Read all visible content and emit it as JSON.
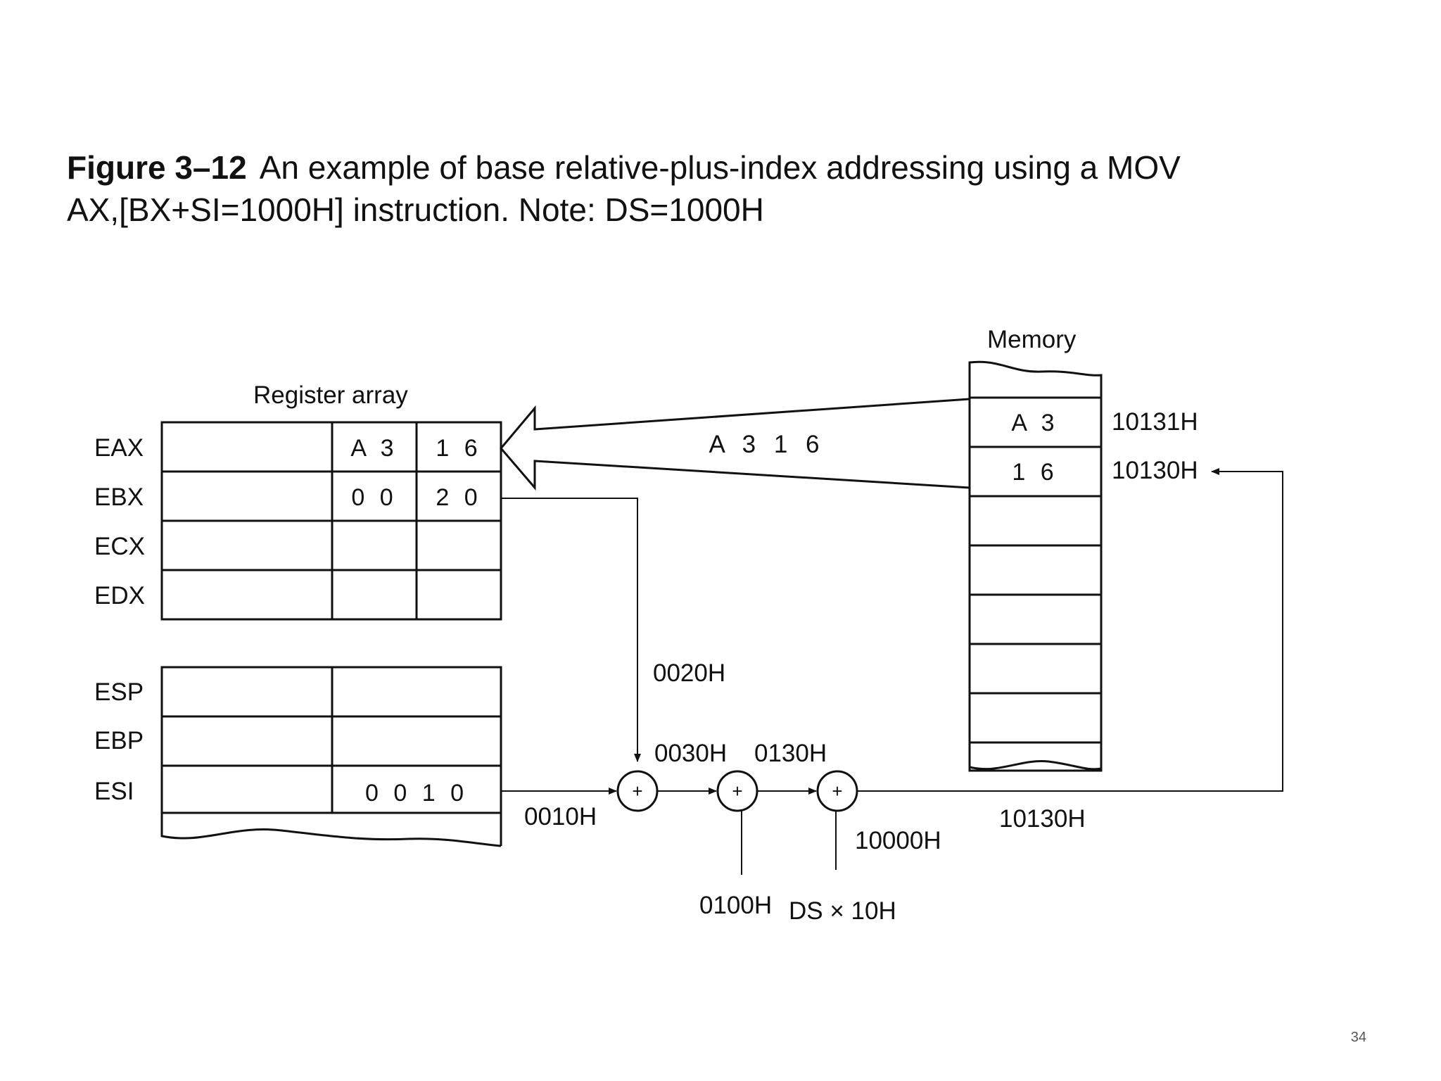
{
  "caption": {
    "figure_label": "Figure 3–12",
    "line1": "An example of base relative-plus-index addressing using a MOV",
    "line2": "AX,[BX+SI=1000H] instruction. Note: DS=1000H"
  },
  "register_array": {
    "title": "Register array",
    "rows": [
      {
        "name": "EAX",
        "high": "A 3",
        "low": "1 6"
      },
      {
        "name": "EBX",
        "high": "0 0",
        "low": "2 0"
      },
      {
        "name": "ECX",
        "high": "",
        "low": ""
      },
      {
        "name": "EDX",
        "high": "",
        "low": ""
      }
    ],
    "rows2": [
      {
        "name": "ESP",
        "value": ""
      },
      {
        "name": "EBP",
        "value": ""
      },
      {
        "name": "ESI",
        "value": "0 0 1 0"
      }
    ]
  },
  "memory": {
    "title": "Memory",
    "cells": [
      {
        "value": "A 3",
        "address": "10131H"
      },
      {
        "value": "1 6",
        "address": "10130H"
      }
    ]
  },
  "data_transfer_label": "A 3 1 6",
  "adders": {
    "symbol": "+",
    "bx_value": "0020H",
    "si_value": "0010H",
    "sum1": "0030H",
    "displacement": "0100H",
    "sum2": "0130H",
    "segment_base": "10000H",
    "segment_expr": "DS × 10H",
    "effective_address": "10130H"
  },
  "slide_number": "34"
}
